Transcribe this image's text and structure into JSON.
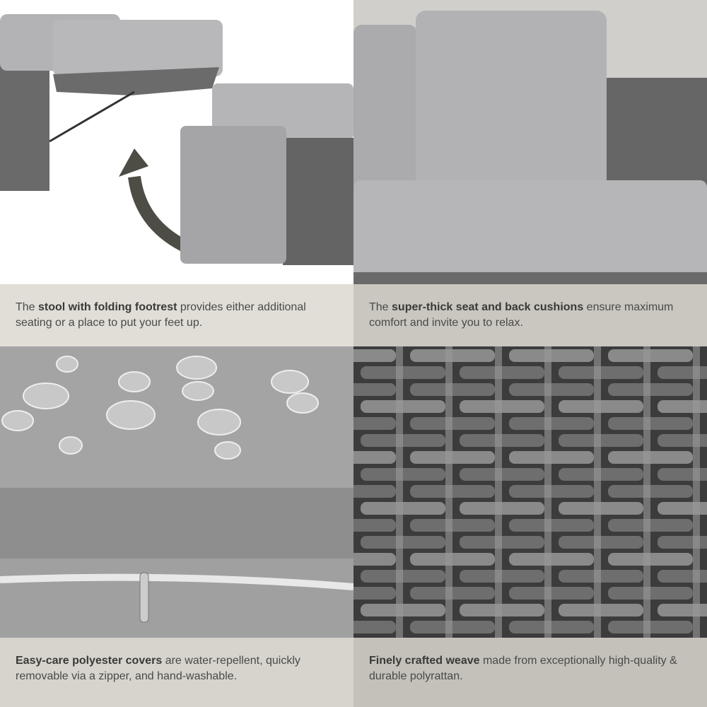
{
  "captions": [
    {
      "bold": "stool with folding footrest",
      "pre": "The ",
      "post": " provides either additional seating or a place to put your feet up."
    },
    {
      "bold": "super-thick seat and back cushions",
      "pre": "The ",
      "post": " ensure maximum comfort and invite you to relax."
    },
    {
      "bold": "Easy-care polyester covers",
      "pre": "",
      "post": " are water-repellent, quickly removable via a zipper, and hand-washable."
    },
    {
      "bold": "Finely crafted weave",
      "pre": "",
      "post": " made from exceptionally high-quality & durable polyrattan."
    }
  ],
  "colors": {
    "cushion": "#a9a9ab",
    "rattan": "#5e5e5e",
    "arrow": "#4e4d45"
  }
}
